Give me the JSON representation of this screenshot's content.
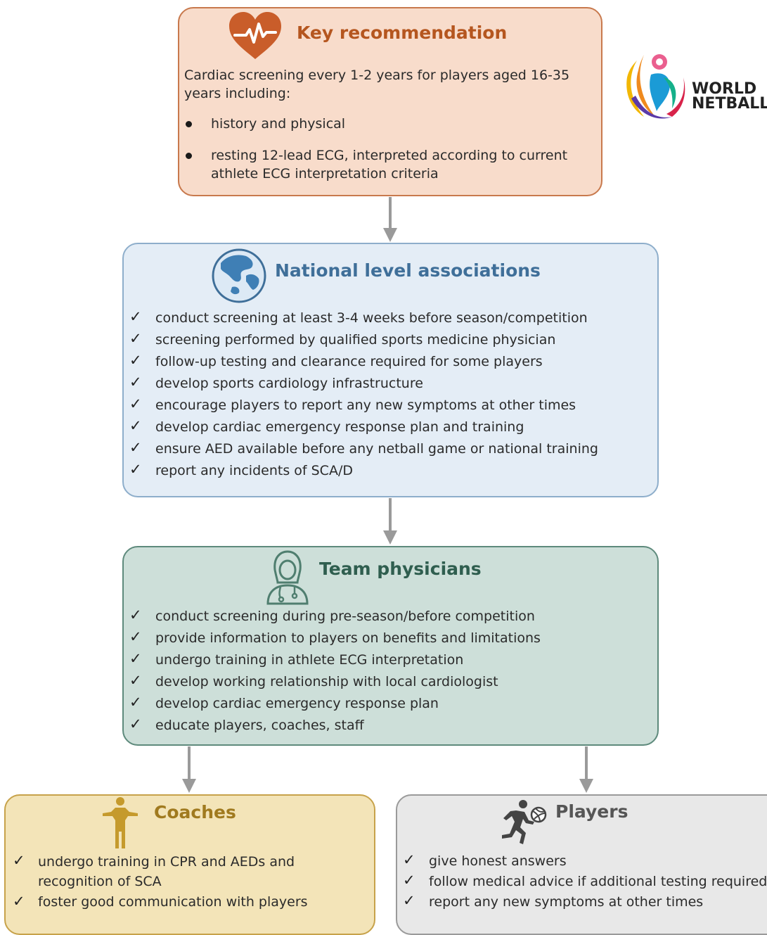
{
  "key_recommendation": {
    "title": "Key recommendation",
    "intro_line1": "Cardiac screening every 1-2 years for players aged 16-35",
    "intro_line2": "years including:",
    "bullets": [
      {
        "line1": "history and physical",
        "line2": ""
      },
      {
        "line1": "resting 12-lead ECG, interpreted according to current",
        "line2": "athlete ECG interpretation criteria"
      }
    ]
  },
  "national": {
    "title": "National level associations",
    "items": [
      "conduct screening at least 3-4 weeks before season/competition",
      "screening performed by qualified sports medicine physician",
      "follow-up testing and clearance required for some players",
      "develop sports cardiology infrastructure",
      "encourage players to report any new symptoms at other times",
      "develop cardiac emergency response plan and training",
      "ensure AED available before any netball game or national training",
      "report any incidents of SCA/D"
    ]
  },
  "team": {
    "title": "Team physicians",
    "items": [
      "conduct screening during pre-season/before competition",
      "provide information to players on benefits and limitations",
      "undergo training in athlete ECG interpretation",
      "develop working relationship with local cardiologist",
      "develop cardiac emergency response plan",
      "educate players, coaches, staff"
    ]
  },
  "coaches": {
    "title": "Coaches",
    "items": [
      {
        "line1": "undergo training in CPR and AEDs and",
        "line2": "recognition of SCA"
      },
      {
        "line1": "foster good communication with players",
        "line2": ""
      }
    ]
  },
  "players": {
    "title": "Players",
    "items": [
      "give honest answers",
      "follow medical advice if additional testing required",
      "report any new symptoms at other times"
    ]
  },
  "logo": {
    "line1": "WORLD",
    "line2": "NETBALL"
  },
  "check_mark": "✓",
  "colors": {
    "key_fill": "#f8dccb",
    "key_border": "#c8794d",
    "key_title": "#b5561f",
    "national_fill": "#e4edf6",
    "national_border": "#8eaecb",
    "national_title": "#3f6f99",
    "team_fill": "#cddfd9",
    "team_border": "#5e8a7c",
    "team_title": "#2f5e4f",
    "coaches_fill": "#f3e4b8",
    "coaches_border": "#c7a24a",
    "coaches_title": "#a07a1f",
    "players_fill": "#e8e8e8",
    "players_border": "#9a9a9a",
    "players_title": "#555555",
    "arrow": "#9a9a9a"
  },
  "icons": [
    "heart-ecg-icon",
    "globe-icon",
    "doctor-icon",
    "coach-icon",
    "runner-ball-icon",
    "world-netball-logo"
  ]
}
